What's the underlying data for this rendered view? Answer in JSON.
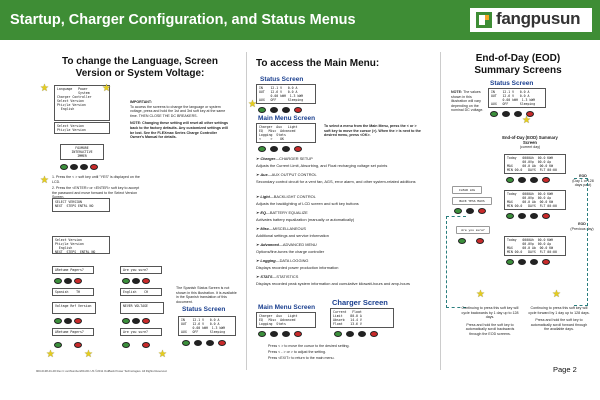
{
  "header": {
    "title": "Startup, Charger Configuration, and Status Menus",
    "brand_name": "fangpusun",
    "bg_color": "#3e8d35",
    "logo_accent": "#f5a623"
  },
  "col1": {
    "title_line1": "To change the Language, Screen",
    "title_line2": "Version or System Voltage:",
    "lcd_top": [
      "Language   Power",
      "           System",
      "Charger Controller",
      "",
      "Select Version",
      "Ptiz/Le Version",
      "  English",
      "  SC1.0"
    ],
    "important_title": "IMPORTANT:",
    "important_text": "To access the screens to change the language or system voltage, press and hold the 1st and 3rd soft key at the same time. THEN CLOSE THE DC BREAKERS.",
    "note_text": "NOTE: Changing these setting will reset all other settings back to the factory defaults. Any customized settings will be lost. See the FLEXmax Series Charge Controller Owner's Manual for details.",
    "lcd_left": [
      "FOXMORE",
      "INTERACTIVE",
      "IMMER"
    ],
    "step1": "1. Press the < > soft key until \"YES\" is displayed on the LCD.",
    "step2": "2. Press the <ENTER> or <ENTER> soft key to accept the password and move forward to the Select Version Screen.",
    "lcd_mid1": [
      "SELECT VERSION",
      "  Ptiz/Le Version",
      "  Language",
      "NEXT  STEPS ENTRL NO"
    ],
    "lcd_mid2": [
      "Select Version",
      "Ptiz/Le Version",
      "  English",
      "NEXT  STEPS  ENTRL NO"
    ],
    "lcd_row3a": "ARetume Pagers?",
    "lcd_row3b": "Are you sure?",
    "lcd_row4a": "Spanish    TH",
    "lcd_row4b": "English    CH",
    "lcd_row5a": "Voltage Ref Version",
    "lcd_row5b": "NEVER VOLTAGE",
    "lcd_row6a": "ARetume Pagers?",
    "lcd_row6b": "Are you sure?",
    "spanish_note": "The Spanish Status Screen is not shown in this illustration. It is available in the Spanish translation of this document.",
    "status_label": "Status Screen",
    "status_lcd": [
      "IN    12.1 V   0.0 A",
      "OUT   12.6 V   0.0 A",
      "      0.00 kWH  1.3 kWH",
      "AUX   OFF      Sleeping"
    ],
    "footer": "900-0138-01-00 Rev C certNumber2011/01 US ©2011 OutBack Power Technologies. All Rights Reserved."
  },
  "col2": {
    "title": "To access the Main Menu:",
    "status_label": "Status Screen",
    "status_lcd": [
      "IN    12.1 V   0.0 A",
      "OUT   12.6 V   0.0 A",
      "      0.00 kWH  1.3 kWH",
      "AUX   OFF      Sleeping"
    ],
    "main_menu_label": "Main Menu Screen",
    "main_menu_lcd": [
      "Charger  Aux   Light",
      "EQ   Misc  Advanced",
      "Logging  Stats",
      "<     >    OK"
    ],
    "select_text": "To select a menu from the Main Menu, press the < or > soft key to move the cursor (>). When the > is next to the desired menu, press <OK>.",
    "items": [
      {
        "name": "Charger",
        "desc": "—CHARGER SETUP",
        "detail": "Adjusts the Current Limit, Absorbing, and Float recharging voltage set points"
      },
      {
        "name": "Aux",
        "desc": "—AUX OUTPUT CONTROL",
        "detail": "Secondary control circuit for a vent fan, AGS, error alarm, and other system-related additions"
      },
      {
        "name": "Light",
        "desc": "—BACKLIGHT CONTROL",
        "detail": "Adjusts the backlighting of LCD screen and soft key buttons"
      },
      {
        "name": "EQ",
        "desc": "—BATTERY EQUALIZE",
        "detail": "Activates battery equalization (manually or automatically)"
      },
      {
        "name": "Misc",
        "desc": "—MISCELLANEOUS",
        "detail": "Additional settings and service information"
      },
      {
        "name": "Advanced",
        "desc": "—ADVANCED MENU",
        "detail": "Options/fine-tunes the charge controller"
      },
      {
        "name": "Logging",
        "desc": "—DATA LOGGING",
        "detail": "Displays recorded power production information"
      },
      {
        "name": "STATS",
        "desc": "—STATISTICS",
        "detail": "Displays recorded peak system information and cumulative kilowatt-hours and amp-hours"
      }
    ],
    "bottom_main_label": "Main Menu Screen",
    "bottom_charger_label": "Charger Screen",
    "bottom_main_lcd": [
      "Charger  Aux   Light",
      "EQ   Misc  Advanced",
      "Logging  Stats"
    ],
    "bottom_charger_lcd": [
      "Current   Float",
      "Limit    80.0 A",
      "Absorb   14.4 V",
      "Float    13.6 V"
    ],
    "press1": "Press < > to move the cursor to the desired setting.",
    "press2": "Press < - > or > to adjust the setting.",
    "press3": "Press <EXIT> to return to the main menu."
  },
  "col3": {
    "title_line1": "End-of-Day (EOD)",
    "title_line2": "Summary Screens",
    "status_label": "Status Screen",
    "status_lcd": [
      "IN    12.1 V   0.0 A",
      "OUT   12.6 V   0.0 A",
      "      0.00 kWH  1.3 kWH",
      "AUX   OFF      Sleeping"
    ],
    "note_title": "NOTE:",
    "note_text": "The values shown in this illustration will vary depending on the nominal DC voltage.",
    "eod_label": "End-of-Day (EOD) Summary Screen",
    "eod_sub": "(current day)",
    "eod_lcd": [
      "Today   0000Ah  00.0 KWH",
      "        00.0Vp  00.0 Ap",
      "MAX     00.0 Ab  00.0 KW",
      "MIN 00.0   DAYS  FLT 00:00"
    ],
    "clear_lcd": "CLEAR LOG",
    "clear_row": "BACK  YESS  MAXS",
    "eod1_label": "EOD",
    "eod1_sub": "(Day 1 of 128 days past)",
    "eod1_lcd": [
      "Today   0000Ah  00.0 KWH",
      "        00.0Vp  00.0 Ap",
      "MAX     00.0 Ab  00.0 KW",
      "MIN 00.0   DAYS  FLT 00:00"
    ],
    "eod2_label": "EOD",
    "eod2_sub": "(Previous day)",
    "eod2_lcd": [
      "Today   0000Ah  00.0 KWH",
      "        00.0Vp  00.0 Ap",
      "MAX     00.0 Ab  00.0 KW",
      "MIN 00.0   DAYS  FLT 00:00"
    ],
    "sure_lcd": "Are you sure?",
    "continue_left": "Continuing to press this soft key will cycle backwards by 1 day up to 128 days.",
    "hold_left": "Press and hold the soft key to automatically scroll backwards through the EOD screens.",
    "continue_right": "Continuing to press this soft key will cycle forward by 1 day up to 128 days.",
    "hold_right": "Press and hold the soft key to automatically scroll forward through the available days.",
    "page_num": "Page 2"
  }
}
